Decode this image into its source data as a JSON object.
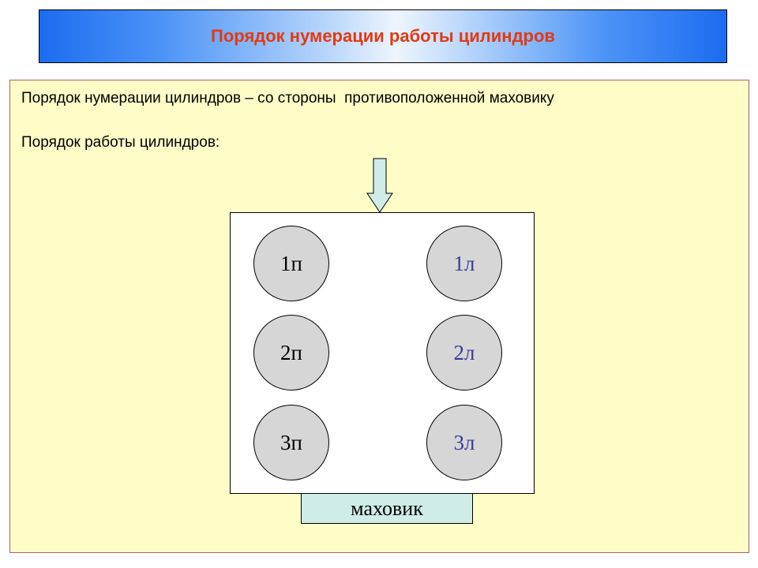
{
  "header": {
    "title": "Порядок нумерации работы цилиндров",
    "title_color": "#e23a12",
    "gradient_colors": [
      "#1c6cf0",
      "#eef5fd"
    ]
  },
  "content": {
    "line1": "Порядок нумерации цилиндров – со стороны  противоположенной маховику",
    "line2": "Порядок работы цилиндров:",
    "background": "#fefdc8"
  },
  "diagram": {
    "cylinders": [
      {
        "label": "1п",
        "side": "left",
        "row": 1
      },
      {
        "label": "1л",
        "side": "right",
        "row": 1
      },
      {
        "label": "2п",
        "side": "left",
        "row": 2
      },
      {
        "label": "2л",
        "side": "right",
        "row": 2
      },
      {
        "label": "3п",
        "side": "left",
        "row": 3
      },
      {
        "label": "3л",
        "side": "right",
        "row": 3
      }
    ],
    "flywheel_label": "маховик",
    "arrow_icon": "down-arrow-icon",
    "cylinder_fill": "#d6d6d6",
    "flywheel_fill": "#cfece8",
    "right_label_color": "#3a3a9a"
  }
}
